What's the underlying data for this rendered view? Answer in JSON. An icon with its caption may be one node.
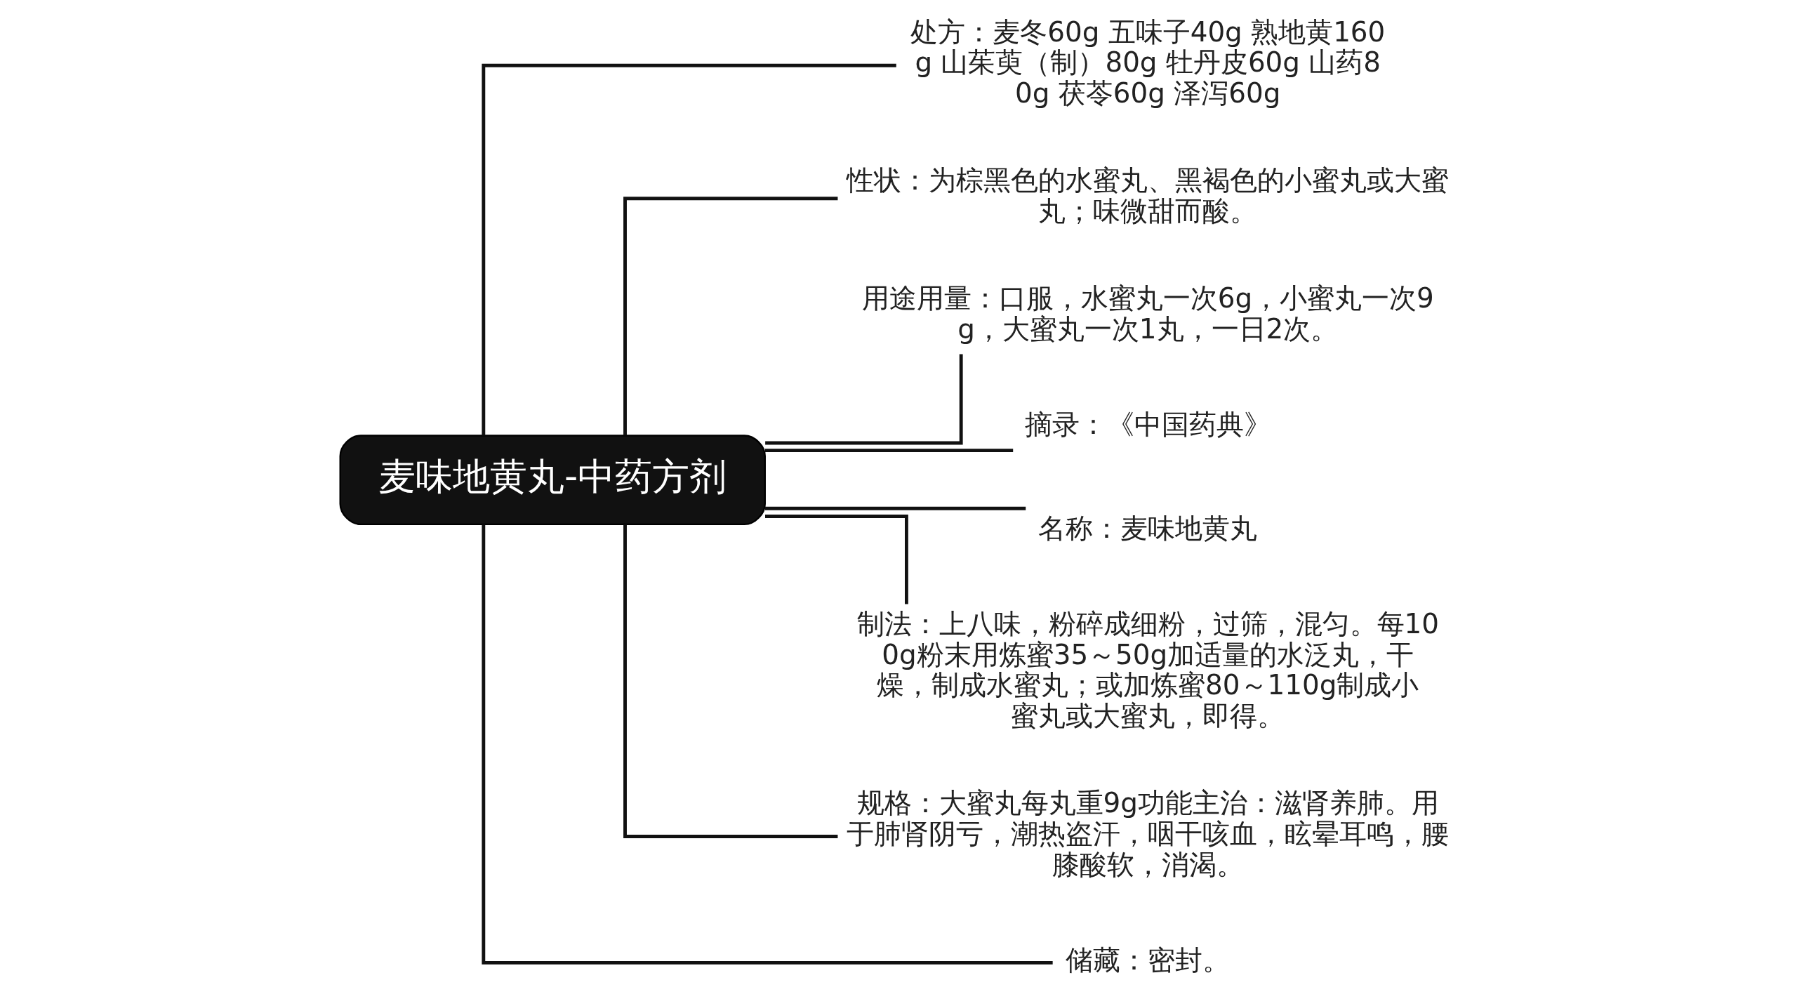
{
  "diagram": {
    "nodes": [
      {
        "text": [
          "麦味地黄丸-中药方剂"
        ]
      },
      {
        "text": [
          "处方：麦冬60g 五味子40g 熟地黄160g 山茱萸（制）80g 牡丹皮60g 山药80g 茯苓60g 泽泻60g"
        ]
      },
      {
        "text": [
          "性状：为棕黑色的水蜜丸、黑褐色的小蜜丸或大蜜丸；味微甜而酸。"
        ]
      },
      {
        "text": [
          "用途用量：口服，水蜜丸一次6g，小蜜丸一次9g，大蜜丸一次1丸，一日2次。"
        ]
      },
      {
        "text": [
          "摘录：《中国药典》"
        ]
      },
      {
        "text": [
          "名称：麦味地黄丸"
        ]
      },
      {
        "text": [
          "制法：上八味，粉碎成细粉，过筛，混匀。每100g粉末用炼蜜35～50g加适量的水泛丸，干燥，制成水蜜丸；或加炼蜜80～110g制成小蜜丸或大蜜丸，即得。"
        ]
      },
      {
        "text": [
          "规格：大蜜丸每丸重9g功能主治：滋肾养肺。用于肺肾阴亏，潮热盗汗，咽干咳血，眩晕耳鸣，腰膝酸软，消渴。"
        ]
      },
      {
        "text": [
          "储藏：密封。"
        ]
      }
    ],
    "edges": [
      {
        "from": 0,
        "to": 1,
        "arrow": "none"
      },
      {
        "from": 0,
        "to": 2,
        "arrow": "none"
      },
      {
        "from": 0,
        "to": 3,
        "arrow": "none"
      },
      {
        "from": 0,
        "to": 4,
        "arrow": "none"
      },
      {
        "from": 0,
        "to": 5,
        "arrow": "none"
      },
      {
        "from": 0,
        "to": 6,
        "arrow": "none"
      },
      {
        "from": 0,
        "to": 7,
        "arrow": "none"
      },
      {
        "from": 0,
        "to": 8,
        "arrow": "none"
      }
    ]
  }
}
